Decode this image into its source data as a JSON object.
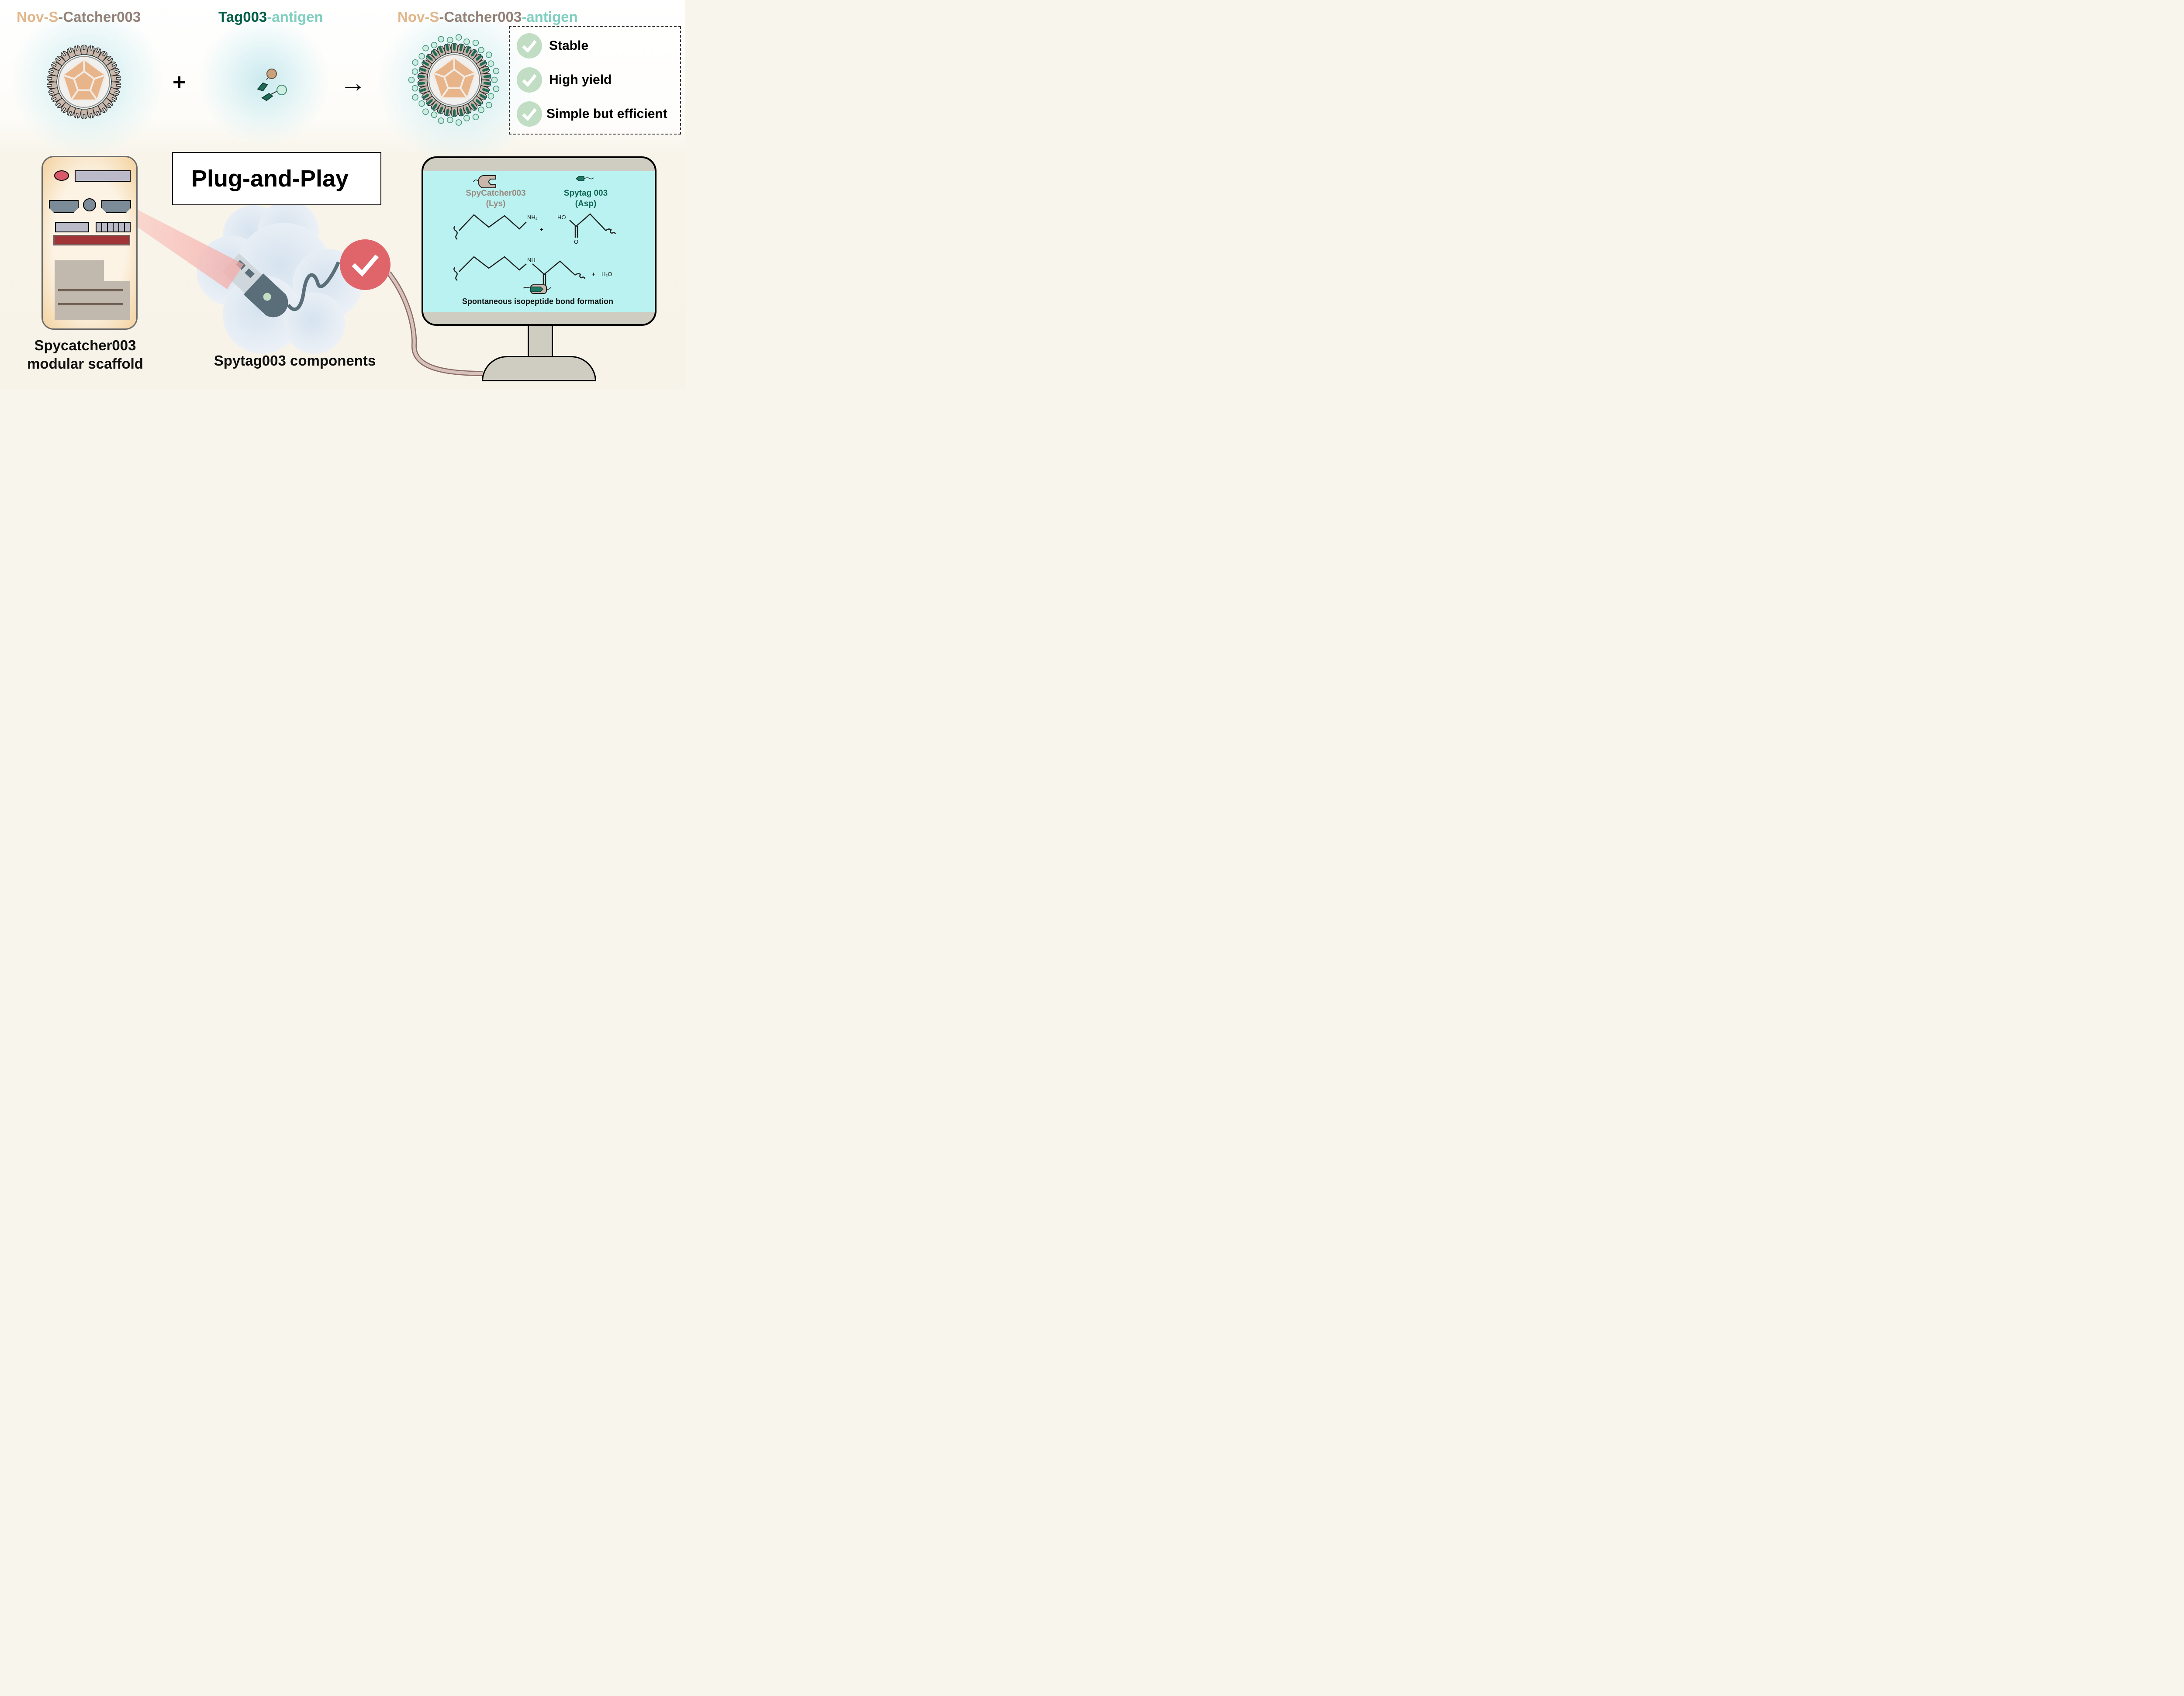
{
  "header": {
    "step1": {
      "part_a": "Nov-",
      "part_b": "S",
      "part_c": "-Catcher003"
    },
    "plus": "+",
    "step2": {
      "part_a": "Tag003",
      "part_b": "-antigen"
    },
    "arrow": "→",
    "step3": {
      "part_a": "Nov-",
      "part_b": "S",
      "part_c": "-Catcher003",
      "part_d": "-antigen"
    }
  },
  "colors": {
    "nov": "#e0b68a",
    "catcher": "#938076",
    "tag": "#005e47",
    "antigen": "#7fcfc0",
    "check_green": "#c1dec4",
    "check_red": "#e0656b",
    "screen": "#b9f2f1",
    "scaffold": "#f8e3bd"
  },
  "benefits": {
    "items": [
      {
        "icon": "check-circle-icon",
        "label": "Stable"
      },
      {
        "icon": "check-circle-icon",
        "label": "High yield"
      },
      {
        "icon": "check-circle-icon",
        "label": "Simple but efficient"
      }
    ]
  },
  "plug_and_play": {
    "label": "Plug-and-Play"
  },
  "scaffold": {
    "caption_line1": "Spycatcher003",
    "caption_line2": "modular scaffold"
  },
  "components": {
    "caption": "Spytag003 components"
  },
  "monitor": {
    "catcher_label": "SpyCatcher003",
    "catcher_residue": "(Lys)",
    "tag_label": "Spytag 003",
    "tag_residue": "(Asp)",
    "nh2": "NH₂",
    "ho": "HO",
    "o": "O",
    "plus": "+",
    "nh": "NH",
    "water": "H₂O",
    "caption": "Spontaneous isopeptide bond formation"
  }
}
